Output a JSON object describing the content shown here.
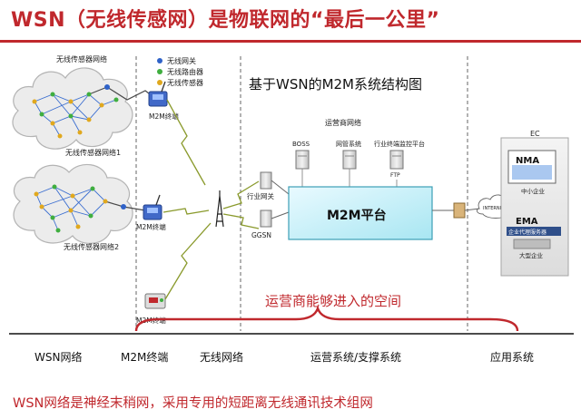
{
  "title": "WSN（无线传感网）是物联网的“最后一公里”",
  "diagram": {
    "heading": "基于WSN的M2M系统结构图",
    "cloud_top_title": "无线传感器网络",
    "cloud_top_label": "无线传感器网络1",
    "cloud_bottom_label": "无线传感器网络2",
    "legend": [
      "无线网关",
      "无线路由器",
      "无线传感器"
    ],
    "legend_colors": [
      "#2f62c8",
      "#3fae3f",
      "#e0a81e"
    ],
    "m2m_terminal_labels": [
      "M2M终端",
      "M2M终端",
      "M2M终端"
    ],
    "operator_network": "运营商网络",
    "servers": [
      "BOSS",
      "网管系统",
      "行业终端监控平台"
    ],
    "ftp_label": "FTP",
    "industry_gateway": "行业网关",
    "ggsn": "GGSN",
    "m2m_platform": "M2M平台",
    "internet_label": "INTERNET",
    "ec_title": "EC",
    "nma": "NMA",
    "nma_sub": "中小企业",
    "ema": "EMA",
    "ema_sub1": "企业代理服务器",
    "ema_sub2": "大型企业",
    "operator_space": "运营商能够进入的空间",
    "bottom_labels": [
      "WSN网络",
      "M2M终端",
      "无线网络",
      "运营系统/支撑系统",
      "应用系统"
    ]
  },
  "footer": "WSN网络是神经末稍网，采用专用的短距离无线通讯技术组网"
}
